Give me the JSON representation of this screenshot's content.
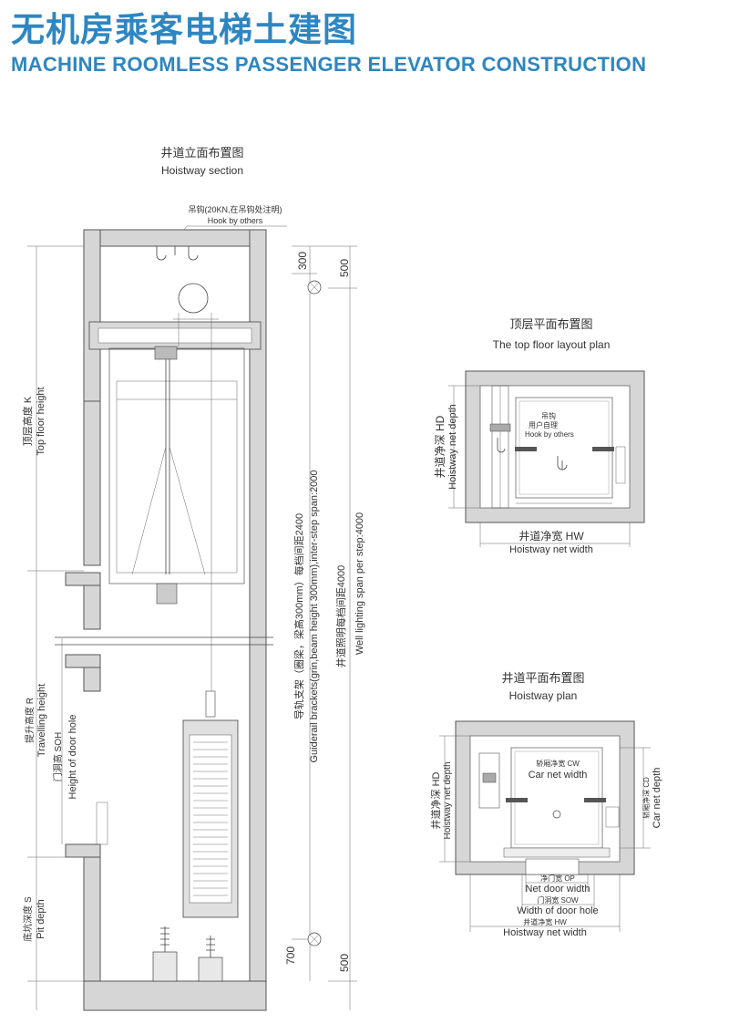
{
  "header": {
    "title_cn": "无机房乘客电梯土建图",
    "title_en": "MACHINE ROOMLESS PASSENGER ELEVATOR CONSTRUCTION"
  },
  "section": {
    "heading_cn": "井道立面布置图",
    "heading_en": "Hoistway section",
    "hook_cn": "吊钩(20KN,在吊钩处注明)",
    "hook_en": "Hook by others",
    "dim_300": "300",
    "dim_500_top": "500",
    "dim_700": "700",
    "dim_500_bottom": "500",
    "top_floor_cn": "顶层高度 K",
    "top_floor_en": "Top floor height",
    "travel_cn": "提升高度 R",
    "travel_en": "Travelling height",
    "door_hole_cn": "门洞高 SOH",
    "door_hole_en": "Height of door hole",
    "pit_cn": "底坑深度 S",
    "pit_en": "Pit depth",
    "guide_cn": "导轨支架（圈梁，梁高300mm）每档间距2400",
    "guide_en": "Guiderail brackets(grin,beam height 300mm),inter-step span:2000",
    "light_cn": "井道照明每档间距4000",
    "light_en": "Well lighting span per step:4000"
  },
  "top_plan": {
    "heading_cn": "顶层平面布置图",
    "heading_en": "The top floor layout plan",
    "hook_cn1": "吊钩",
    "hook_cn2": "用户自理",
    "hook_en": "Hook by others",
    "depth_cn": "井道净深 HD",
    "depth_en": "Hoistway net depth",
    "width_cn": "井道净宽 HW",
    "width_en": "Hoistway net width"
  },
  "plan": {
    "heading_cn": "井道平面布置图",
    "heading_en": "Hoistway plan",
    "car_width_cn": "轿厢净宽 CW",
    "car_width_en": "Car net width",
    "depth_cn": "井道净深 HD",
    "depth_en": "Hoistway net depth",
    "car_depth_cn": "轿厢净深 CD",
    "car_depth_en": "Car net depth",
    "op_cn": "净门宽 OP",
    "op_en": "Net door width",
    "sow_cn": "门洞宽 SOW",
    "sow_en": "Width of door hole",
    "hw_cn": "井道净宽 HW",
    "hw_en": "Hoistway net width"
  },
  "colors": {
    "title": "#2e86c1",
    "wall": "#d6d6d6",
    "line": "#444444"
  }
}
